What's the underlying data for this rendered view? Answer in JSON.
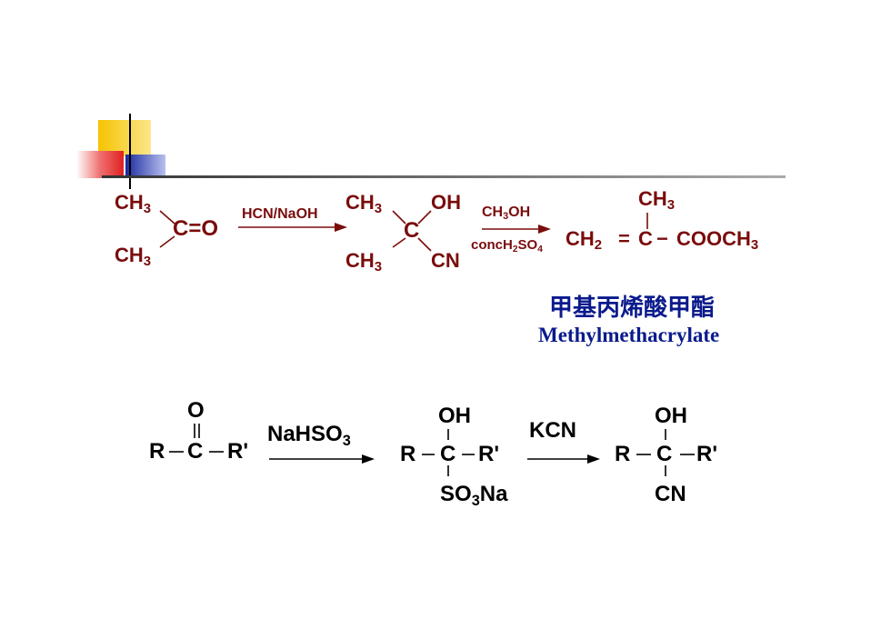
{
  "reaction1": {
    "acetone": {
      "ch3_top": "CH",
      "ch3_bot": "CH",
      "sub3": "3",
      "carbonyl": "C=O"
    },
    "reagent1": "HCN/NaOH",
    "cyanohydrin": {
      "ch3_top": "CH",
      "ch3_bot": "CH",
      "sub3": "3",
      "c": "C",
      "oh": "OH",
      "cn": "CN"
    },
    "reagent2_top": {
      "text": "CH",
      "sub": "3",
      "tail": "OH"
    },
    "reagent2_bottom": {
      "text": "concH",
      "sub1": "2",
      "mid": "SO",
      "sub2": "4"
    },
    "product": {
      "ch3": "CH",
      "sub3": "3",
      "ch2": "CH",
      "sub2": "2",
      "eq": "=",
      "c": "C",
      "dash": "−",
      "cooch": "COOCH"
    },
    "name_cn": "甲基丙烯酸甲酯",
    "name_en": "Methylmethacrylate"
  },
  "reaction2": {
    "ketone": {
      "o": "O",
      "r": "R",
      "c": "C",
      "rp": "R'"
    },
    "reagent1": {
      "text": "NaHSO",
      "sub": "3"
    },
    "adduct": {
      "oh": "OH",
      "r": "R",
      "c": "C",
      "rp": "R'",
      "so": "SO",
      "sub": "3",
      "na": "Na"
    },
    "reagent2": "KCN",
    "product": {
      "oh": "OH",
      "r": "R",
      "c": "C",
      "rp": "R'",
      "cn": "CN"
    }
  },
  "colors": {
    "reaction1": "#7a0c0c",
    "reaction2": "#000000",
    "name": "#0a1a8c",
    "accent_yellow": "#f5c400",
    "accent_red": "#e83030",
    "accent_blue": "#2a3aa8"
  }
}
